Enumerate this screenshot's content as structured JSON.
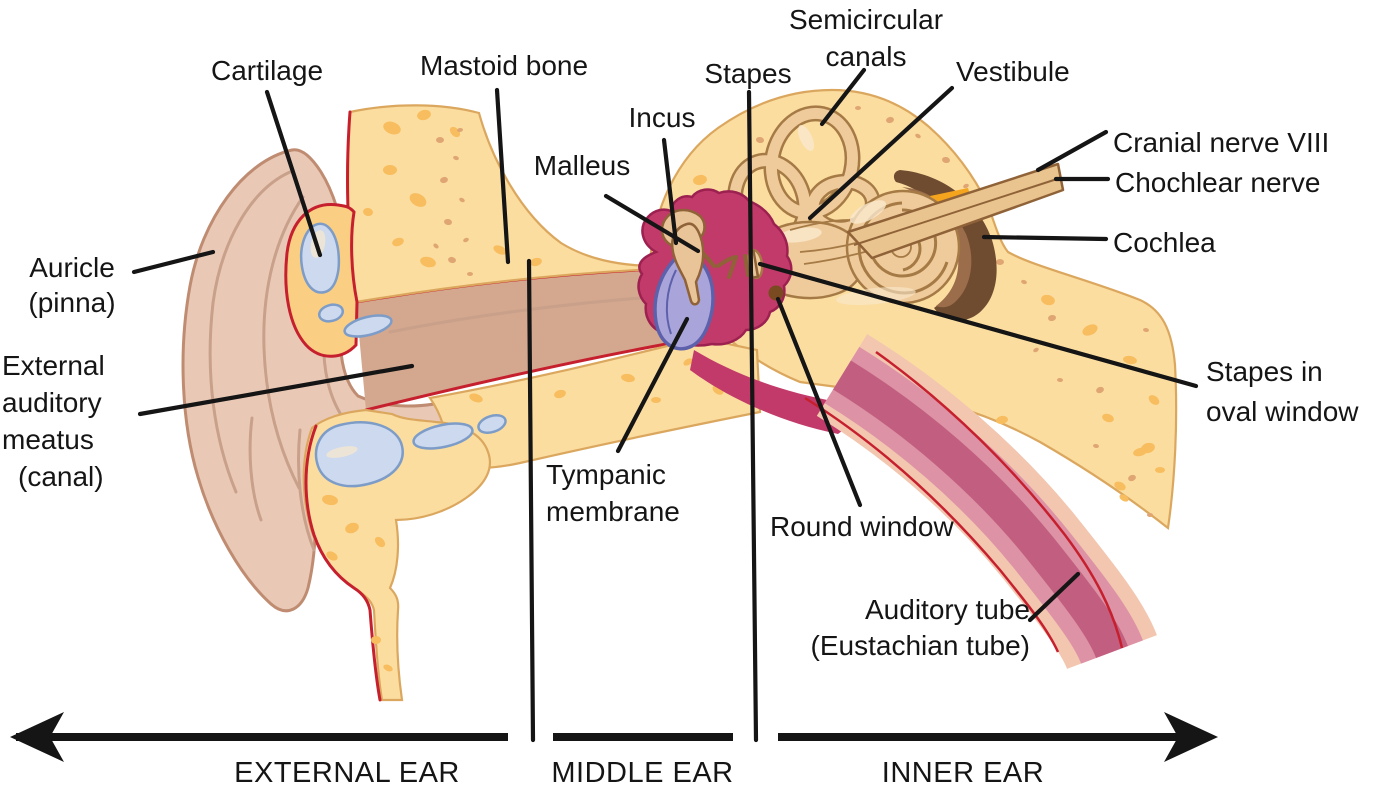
{
  "labels": {
    "cartilage": "Cartilage",
    "mastoid_bone": "Mastoid bone",
    "stapes": "Stapes",
    "semicircular_line1": "Semicircular",
    "semicircular_line2": "canals",
    "vestibule": "Vestibule",
    "incus": "Incus",
    "malleus": "Malleus",
    "cranial_nerve": "Cranial nerve VIII",
    "cochlear_nerve": "Chochlear nerve",
    "cochlea": "Cochlea",
    "auricle_line1": "Auricle",
    "auricle_line2": "(pinna)",
    "eam_line1": "External",
    "eam_line2": "auditory",
    "eam_line3": "meatus",
    "eam_line4": "(canal)",
    "stapes_oval_line1": "Stapes in",
    "stapes_oval_line2": "oval window",
    "tympanic_line1": "Tympanic",
    "tympanic_line2": "membrane",
    "round_window": "Round window",
    "auditory_tube_line1": "Auditory tube",
    "auditory_tube_line2": "(Eustachian tube)"
  },
  "sections": {
    "external": "EXTERNAL EAR",
    "middle": "MIDDLE EAR",
    "inner": "INNER EAR"
  },
  "colors": {
    "background": "#ffffff",
    "ink": "#151515",
    "red": "#c6202e",
    "skin": "#e9c9b6",
    "skin_edge": "#bf8c72",
    "skin_fold": "#c9a08a",
    "canal": "#d4a78f",
    "bone": "#fbdda0",
    "bone_edge": "#dba75e",
    "speckle": "#f7bd5e",
    "crumb": "#dfa673",
    "cart_bg": "#fbcf83",
    "cart_blue": "#ccd9ee",
    "cart_blue_edge": "#7d9cc7",
    "crimson": "#c23a69",
    "crimson_edge": "#9c2050",
    "membrane": "#a9a5db",
    "membrane_edge": "#5d60aa",
    "ossicle": "#eac499",
    "ossicle_edge": "#8f6238",
    "labyrinth": "#efcb9b",
    "labyrinth_edge": "#a57a45",
    "labyrinth_hi": "#fae9cd",
    "brown_dark": "#6f4c30",
    "brown_mid": "#9b6d4a",
    "wedge": "#f4a41d",
    "nerve": "#e9c48e",
    "tube_light": "#f2c6af",
    "tube_pink": "#dd92a6",
    "tube_deep": "#c25f80",
    "window_dot": "#7a4a20"
  }
}
